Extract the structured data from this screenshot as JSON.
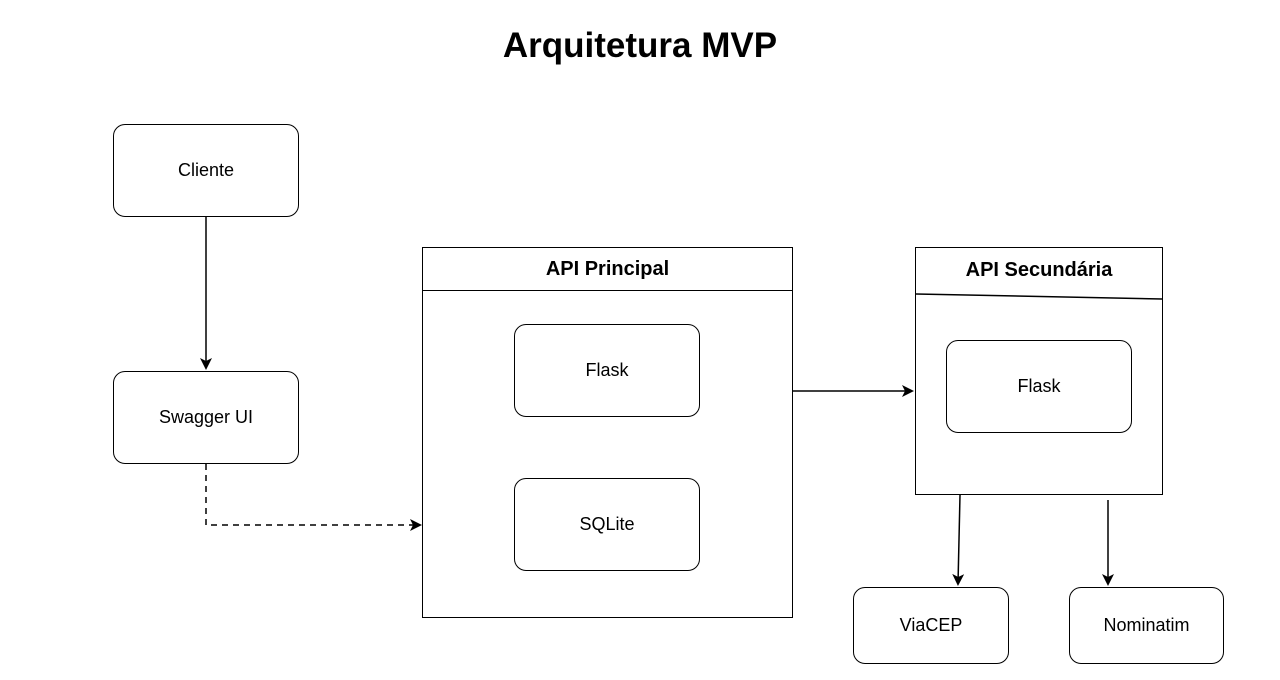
{
  "title": "Arquitetura MVP",
  "nodes": {
    "cliente": "Cliente",
    "swagger": "Swagger UI",
    "api_principal": {
      "header": "API Principal",
      "flask": "Flask",
      "sqlite": "SQLite"
    },
    "api_secundaria": {
      "header": "API Secundária",
      "flask": "Flask"
    },
    "viacep": "ViaCEP",
    "nominatim": "Nominatim"
  },
  "edges": [
    {
      "from": "Cliente",
      "to": "Swagger UI",
      "style": "solid"
    },
    {
      "from": "Swagger UI",
      "to": "API Principal",
      "style": "dashed"
    },
    {
      "from": "API Principal",
      "to": "API Secundária",
      "style": "solid"
    },
    {
      "from": "API Secundária",
      "to": "ViaCEP",
      "style": "solid"
    },
    {
      "from": "API Secundária",
      "to": "Nominatim",
      "style": "solid"
    }
  ],
  "colors": {
    "stroke": "#000000",
    "background": "#ffffff"
  }
}
